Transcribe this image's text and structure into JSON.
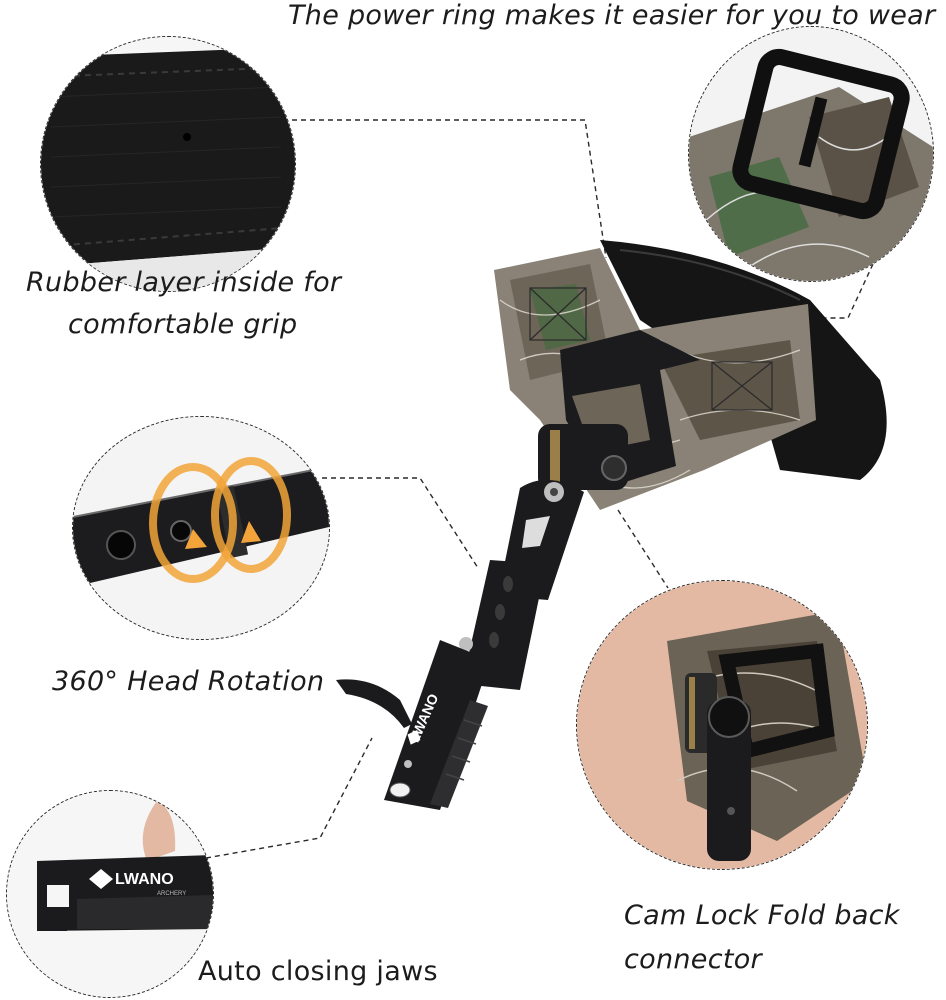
{
  "captions": {
    "power_ring": "The power ring makes it easier for you to wear",
    "rubber_line1": "Rubber layer inside for",
    "rubber_line2": "comfortable grip",
    "rotation": "360° Head Rotation",
    "cam_line1": "Cam Lock Fold back",
    "cam_line2": "connector",
    "jaws": "Auto closing jaws"
  },
  "brand": {
    "logo_text": "LWANO",
    "logo_subtext": "ARCHERY"
  },
  "colors": {
    "camo_base": "#8a8276",
    "camo_dark": "#4a4236",
    "camo_green": "#3d6a3a",
    "metal_black": "#1b1b1d",
    "neoprene_black": "#151515",
    "arrow_orange": "#f2a43a",
    "skin": "#e3b9a3"
  },
  "icons": [
    "rotation-arrows-icon",
    "logo-icon"
  ]
}
